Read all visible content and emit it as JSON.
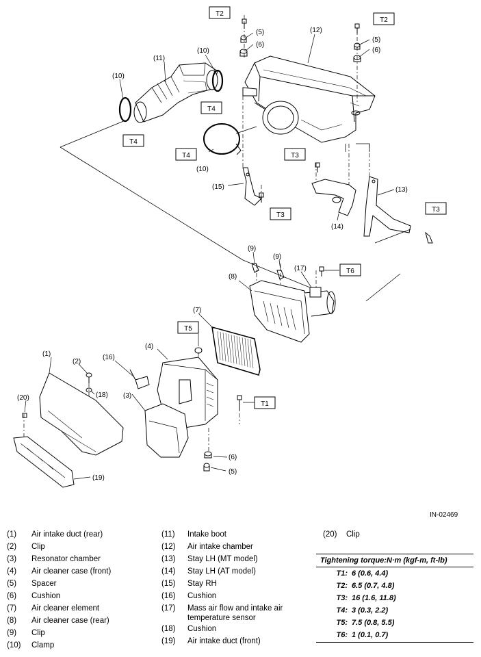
{
  "figure_id": "IN-02469",
  "callouts": {
    "n1": "(1)",
    "n2": "(2)",
    "n3": "(3)",
    "n4": "(4)",
    "n5": "(5)",
    "n6": "(6)",
    "n7": "(7)",
    "n8": "(8)",
    "n9": "(9)",
    "n10": "(10)",
    "n11": "(11)",
    "n12": "(12)",
    "n13": "(13)",
    "n14": "(14)",
    "n15": "(15)",
    "n16": "(16)",
    "n17": "(17)",
    "n18": "(18)",
    "n19": "(19)",
    "n20": "(20)"
  },
  "torque_tags": {
    "T1": "T1",
    "T2": "T2",
    "T3": "T3",
    "T4": "T4",
    "T5": "T5",
    "T6": "T6"
  },
  "legend": {
    "col1": [
      {
        "num": "(1)",
        "name": "Air intake duct (rear)"
      },
      {
        "num": "(2)",
        "name": "Clip"
      },
      {
        "num": "(3)",
        "name": "Resonator chamber"
      },
      {
        "num": "(4)",
        "name": "Air cleaner case (front)"
      },
      {
        "num": "(5)",
        "name": "Spacer"
      },
      {
        "num": "(6)",
        "name": "Cushion"
      },
      {
        "num": "(7)",
        "name": "Air cleaner element"
      },
      {
        "num": "(8)",
        "name": "Air cleaner case (rear)"
      },
      {
        "num": "(9)",
        "name": "Clip"
      },
      {
        "num": "(10)",
        "name": "Clamp"
      }
    ],
    "col2": [
      {
        "num": "(11)",
        "name": "Intake boot"
      },
      {
        "num": "(12)",
        "name": "Air intake chamber"
      },
      {
        "num": "(13)",
        "name": "Stay LH (MT model)"
      },
      {
        "num": "(14)",
        "name": "Stay LH (AT model)"
      },
      {
        "num": "(15)",
        "name": "Stay RH"
      },
      {
        "num": "(16)",
        "name": "Cushion"
      },
      {
        "num": "(17)",
        "name": "Mass air flow and intake air temperature sensor"
      },
      {
        "num": "(18)",
        "name": "Cushion"
      },
      {
        "num": "(19)",
        "name": "Air intake duct (front)"
      }
    ],
    "col3": [
      {
        "num": "(20)",
        "name": "Clip"
      }
    ]
  },
  "torque_table": {
    "heading": "Tightening torque:N·m (kgf-m, ft-lb)",
    "rows": [
      {
        "tag": "T1:",
        "value": "6 (0.6, 4.4)"
      },
      {
        "tag": "T2:",
        "value": "6.5 (0.7, 4.8)"
      },
      {
        "tag": "T3:",
        "value": "16 (1.6, 11.8)"
      },
      {
        "tag": "T4:",
        "value": "3 (0.3, 2.2)"
      },
      {
        "tag": "T5:",
        "value": "7.5 (0.8, 5.5)"
      },
      {
        "tag": "T6:",
        "value": "1 (0.1, 0.7)"
      }
    ]
  }
}
